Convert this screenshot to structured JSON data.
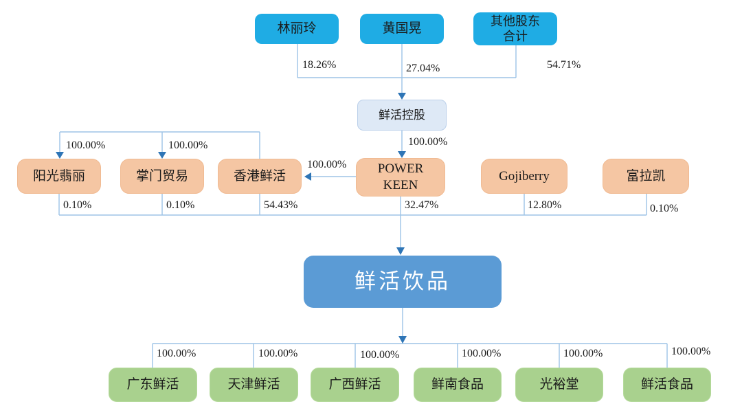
{
  "colors": {
    "shareholder_box": "#1FACE4",
    "holding_box": "#DEE9F6",
    "intermediate_box": "#F5C6A3",
    "company_box": "#5B9BD5",
    "subsidiary_box": "#A9D18E",
    "connector_line": "#9DC3E6",
    "arrowhead": "#2E75B6",
    "text": "#1a1a1a"
  },
  "shareholders": [
    {
      "label": "林丽玲",
      "pct": "18.26%"
    },
    {
      "label": "黄国晃",
      "pct": "27.04%"
    },
    {
      "label": "其他股东\n合计",
      "pct": "54.71%"
    }
  ],
  "holding": {
    "label": "鲜活控股",
    "pct_to_power_keen": "100.00%"
  },
  "middle_row": [
    {
      "label": "阳光翡丽",
      "pct_from_hk": "100.00%",
      "pct_to_company": "0.10%"
    },
    {
      "label": "掌门贸易",
      "pct_from_hk": "100.00%",
      "pct_to_company": "0.10%"
    },
    {
      "label": "香港鲜活",
      "pct_to_company": "54.43%"
    },
    {
      "label": "POWER\nKEEN",
      "pct_to_company": "32.47%"
    },
    {
      "label": "Gojiberry",
      "pct_to_company": "12.80%"
    },
    {
      "label": "富拉凯",
      "pct_to_company": "0.10%"
    }
  ],
  "power_keen_to_hk_pct": "100.00%",
  "company": {
    "label": "鲜活饮品"
  },
  "subsidiaries": [
    {
      "label": "广东鲜活",
      "pct": "100.00%"
    },
    {
      "label": "天津鲜活",
      "pct": "100.00%"
    },
    {
      "label": "广西鲜活",
      "pct": "100.00%"
    },
    {
      "label": "鲜南食品",
      "pct": "100.00%"
    },
    {
      "label": "光裕堂",
      "pct": "100.00%"
    },
    {
      "label": "鲜活食品",
      "pct": "100.00%"
    }
  ]
}
